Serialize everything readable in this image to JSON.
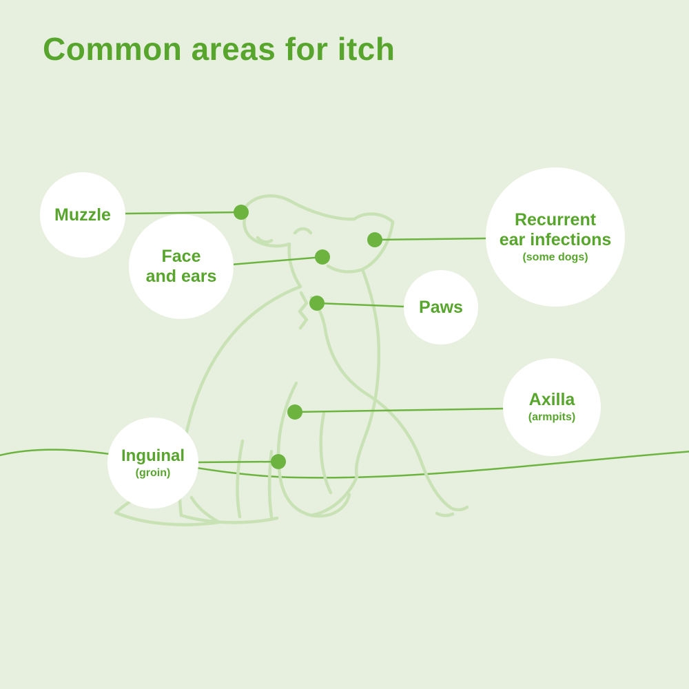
{
  "title": "Common areas for itch",
  "colors": {
    "background": "#e7f0df",
    "title_green": "#58a52e",
    "label_green": "#58a52e",
    "dot_green": "#6cb33f",
    "line_green": "#6cb33f",
    "dog_outline": "#c9e2b5",
    "bubble_white": "#ffffff"
  },
  "labels": {
    "muzzle": {
      "text": "Muzzle"
    },
    "face_ears": {
      "line1": "Face",
      "line2": "and ears"
    },
    "recurrent": {
      "line1": "Recurrent",
      "line2": "ear infections",
      "note": "(some dogs)"
    },
    "paws": {
      "text": "Paws"
    },
    "axilla": {
      "text": "Axilla",
      "note": "(armpits)"
    },
    "inguinal": {
      "text": "Inguinal",
      "note": "(groin)"
    }
  }
}
